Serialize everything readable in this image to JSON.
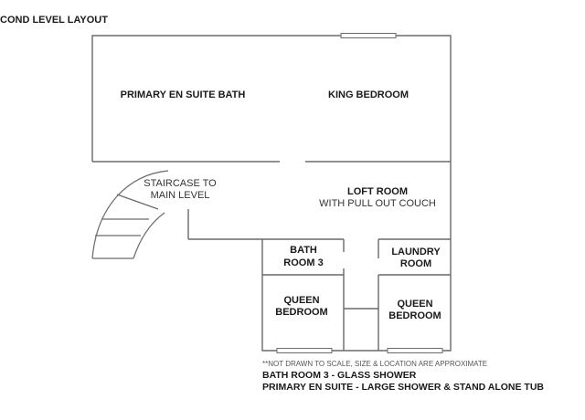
{
  "header": {
    "title": "COND LEVEL LAYOUT"
  },
  "rooms": {
    "primary_bath": "PRIMARY EN SUITE BATH",
    "king_bedroom": "KING BEDROOM",
    "staircase_line1": "STAIRCASE TO",
    "staircase_line2": "MAIN LEVEL",
    "loft_line1": "LOFT ROOM",
    "loft_line2": "WITH PULL OUT COUCH",
    "bath3_line1": "BATH",
    "bath3_line2": "ROOM 3",
    "laundry_line1": "LAUNDRY",
    "laundry_line2": "ROOM",
    "queen_left_line1": "QUEEN",
    "queen_left_line2": "BEDROOM",
    "queen_right_line1": "QUEEN",
    "queen_right_line2": "BEDROOM"
  },
  "notes": {
    "disclaimer": "**NOT DRAWN TO SCALE, SIZE & LOCATION ARE APPROXIMATE",
    "line1": "BATH ROOM 3 - GLASS SHOWER",
    "line2": "PRIMARY EN SUITE - LARGE SHOWER & STAND ALONE TUB"
  }
}
